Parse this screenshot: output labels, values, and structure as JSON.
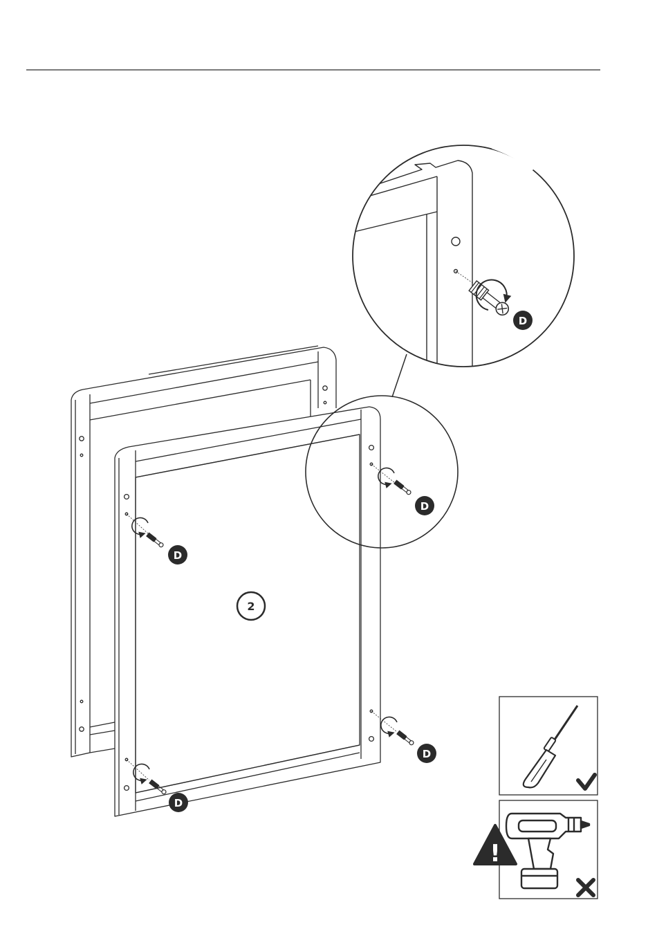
{
  "step": {
    "number": "2"
  },
  "part_labels": {
    "screw": "D"
  },
  "tools": {
    "screwdriver": {
      "status": "allowed"
    },
    "power_drill": {
      "status": "not-allowed",
      "warning": "!"
    }
  },
  "colors": {
    "line": "#2b2b2b",
    "badge": "#2b2b2b",
    "badge_text": "#ffffff"
  }
}
